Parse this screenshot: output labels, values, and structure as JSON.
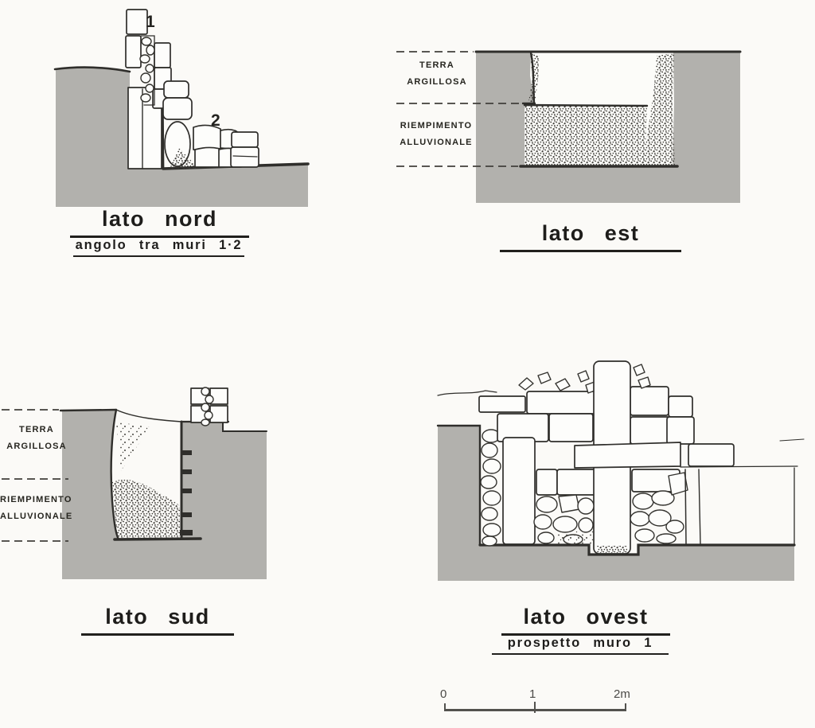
{
  "figure": {
    "description": "Archaeological trench section drawings, four sides",
    "colors": {
      "earth": "#b2b1ad",
      "ink": "#2f2e2b",
      "paper": "#fbfaf7"
    },
    "north": {
      "caption": "lato nord",
      "subcaption": "angolo tra muri 1·2",
      "wall_number": "1",
      "steps_number": "2"
    },
    "east": {
      "caption": "lato est",
      "layer_top": "TERRA ARGILLOSA",
      "layer_bottom": "RIEMPIMENTO ALLUVIONALE"
    },
    "south": {
      "caption": "lato sud",
      "layer_top": "TERRA ARGILLOSA",
      "layer_bottom": "RIEMPIMENTO ALLUVIONALE"
    },
    "west": {
      "caption": "lato ovest",
      "subcaption": "prospetto muro 1"
    },
    "scale_bar": {
      "start": "0",
      "middle": "1",
      "end": "2m"
    }
  }
}
